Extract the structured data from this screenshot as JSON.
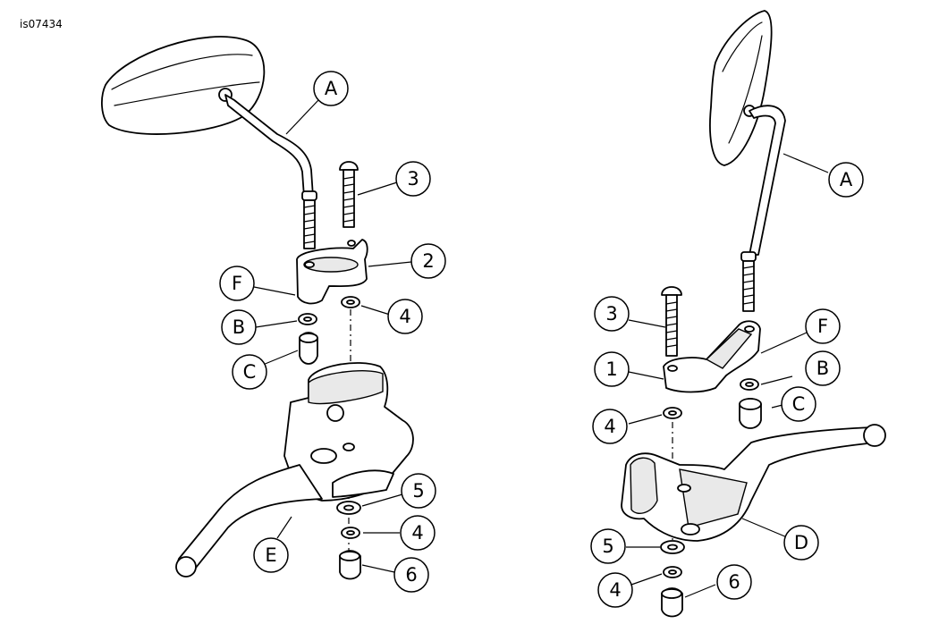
{
  "figure_id": "is07434",
  "callouts": {
    "left_A": "A",
    "left_3": "3",
    "left_2": "2",
    "left_F": "F",
    "left_B": "B",
    "left_4a": "4",
    "left_C": "C",
    "left_5": "5",
    "left_4b": "4",
    "left_E": "E",
    "left_6": "6",
    "right_A": "A",
    "right_3": "3",
    "right_F": "F",
    "right_1": "1",
    "right_B": "B",
    "right_C": "C",
    "right_4a": "4",
    "right_D": "D",
    "right_5": "5",
    "right_4b": "4",
    "right_6": "6"
  }
}
